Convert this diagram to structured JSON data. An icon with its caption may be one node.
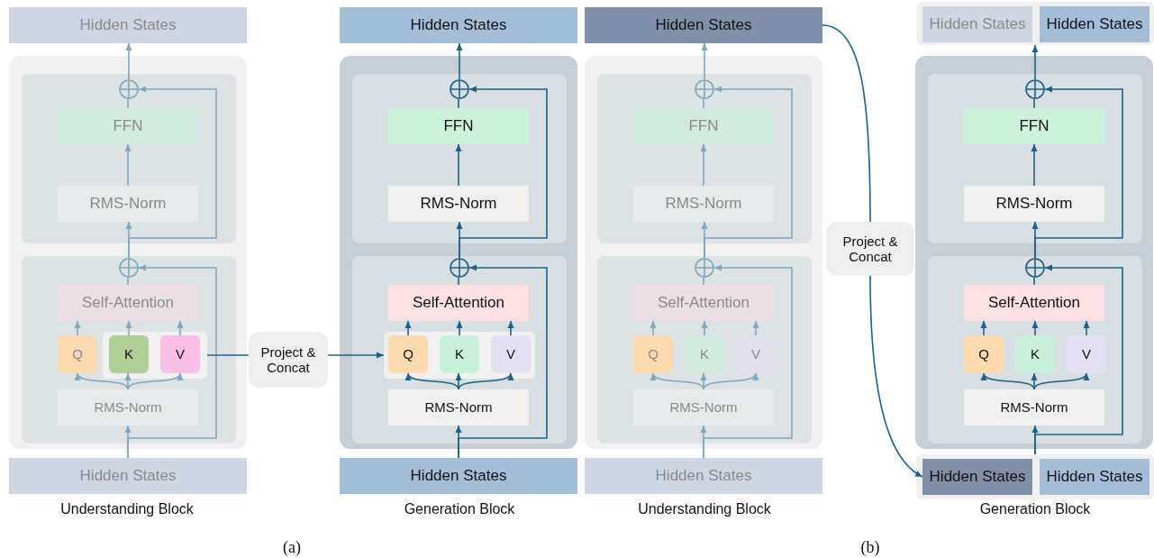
{
  "diagram": {
    "nodes": [
      {
        "text": [
          "Hidden States"
        ]
      },
      {
        "text": [],
        "shape": "box"
      },
      {
        "text": [],
        "shape": "box",
        "in": 1
      },
      {
        "text": [],
        "shape": "circle",
        "in": 2
      },
      {
        "text": [
          "FFN"
        ],
        "in": 2
      },
      {
        "text": [
          "RMS-Norm"
        ],
        "in": 2
      },
      {
        "text": [],
        "shape": "box",
        "in": 1
      },
      {
        "text": [],
        "shape": "circle",
        "in": 6
      },
      {
        "text": [
          "Self-Attention"
        ],
        "in": 6
      },
      {
        "text": [
          "Q"
        ],
        "in": 6
      },
      {
        "text": [],
        "shape": "box",
        "in": 6
      },
      {
        "text": [
          "K"
        ],
        "in": 10
      },
      {
        "text": [
          "V"
        ],
        "in": 10
      },
      {
        "text": [
          "RMS-Norm"
        ],
        "in": 6
      },
      {
        "text": [
          "Hidden States"
        ]
      },
      {
        "text": [
          "Project & Concat"
        ]
      },
      {
        "text": [
          "Hidden States"
        ]
      },
      {
        "text": [],
        "shape": "box"
      },
      {
        "text": [],
        "shape": "box",
        "in": 17
      },
      {
        "text": [],
        "shape": "circle",
        "in": 18
      },
      {
        "text": [
          "FFN"
        ],
        "in": 18
      },
      {
        "text": [
          "RMS-Norm"
        ],
        "in": 18
      },
      {
        "text": [],
        "shape": "box",
        "in": 17
      },
      {
        "text": [],
        "shape": "circle",
        "in": 22
      },
      {
        "text": [
          "Self-Attention"
        ],
        "in": 22
      },
      {
        "text": [],
        "shape": "box",
        "in": 22
      },
      {
        "text": [
          "Q"
        ],
        "in": 25
      },
      {
        "text": [
          "K"
        ],
        "in": 25
      },
      {
        "text": [
          "V"
        ],
        "in": 25
      },
      {
        "text": [
          "RMS-Norm"
        ],
        "in": 22
      },
      {
        "text": [
          "Hidden States"
        ]
      },
      {
        "text": [
          "Hidden States"
        ]
      },
      {
        "text": [],
        "shape": "box"
      },
      {
        "text": [],
        "shape": "box",
        "in": 32
      },
      {
        "text": [],
        "shape": "circle",
        "in": 33
      },
      {
        "text": [
          "FFN"
        ],
        "in": 33
      },
      {
        "text": [
          "RMS-Norm"
        ],
        "in": 33
      },
      {
        "text": [],
        "shape": "box",
        "in": 32
      },
      {
        "text": [],
        "shape": "circle",
        "in": 37
      },
      {
        "text": [
          "Self-Attention"
        ],
        "in": 37
      },
      {
        "text": [
          "Q"
        ],
        "in": 37
      },
      {
        "text": [
          "K"
        ],
        "in": 37
      },
      {
        "text": [
          "V"
        ],
        "in": 37
      },
      {
        "text": [
          "RMS-Norm"
        ],
        "in": 37
      },
      {
        "text": [
          "Hidden States"
        ]
      },
      {
        "text": [
          "Project & Concat"
        ]
      },
      {
        "text": [],
        "shape": "box"
      },
      {
        "text": [
          "Hidden States"
        ],
        "in": 46
      },
      {
        "text": [
          "Hidden States"
        ],
        "in": 46
      },
      {
        "text": [],
        "shape": "box"
      },
      {
        "text": [],
        "shape": "box",
        "in": 49
      },
      {
        "text": [],
        "shape": "circle",
        "in": 50
      },
      {
        "text": [
          "FFN"
        ],
        "in": 50
      },
      {
        "text": [
          "RMS-Norm"
        ],
        "in": 50
      },
      {
        "text": [],
        "shape": "box",
        "in": 49
      },
      {
        "text": [],
        "shape": "circle",
        "in": 54
      },
      {
        "text": [
          "Self-Attention"
        ],
        "in": 54
      },
      {
        "text": [
          "Q"
        ],
        "in": 54
      },
      {
        "text": [
          "K"
        ],
        "in": 54
      },
      {
        "text": [
          "V"
        ],
        "in": 54
      },
      {
        "text": [
          "RMS-Norm"
        ],
        "in": 54
      },
      {
        "text": [],
        "shape": "box"
      },
      {
        "text": [
          "Hidden States"
        ],
        "in": 61
      },
      {
        "text": [
          "Hidden States"
        ],
        "in": 61
      }
    ],
    "edges": [
      {
        "from": 14,
        "to": 13,
        "arrow": "to",
        "color": "#7fa7bd"
      },
      {
        "from": 14,
        "to": 7,
        "arrow": "to",
        "color": "#7fa7bd"
      },
      {
        "from": 13,
        "to": 9,
        "arrow": "to",
        "color": "#7fa7bd"
      },
      {
        "from": 13,
        "to": 11,
        "arrow": "to",
        "color": "#7fa7bd"
      },
      {
        "from": 13,
        "to": 12,
        "arrow": "to",
        "color": "#7fa7bd"
      },
      {
        "from": 9,
        "to": 8,
        "arrow": "to",
        "color": "#7fa7bd"
      },
      {
        "from": 11,
        "to": 8,
        "arrow": "to",
        "color": "#7fa7bd"
      },
      {
        "from": 12,
        "to": 8,
        "arrow": "to",
        "color": "#7fa7bd"
      },
      {
        "from": 8,
        "to": 7,
        "arrow": "none",
        "color": "#7fa7bd"
      },
      {
        "from": 7,
        "to": 5,
        "arrow": "to",
        "color": "#7fa7bd"
      },
      {
        "from": 7,
        "to": 3,
        "arrow": "to",
        "color": "#7fa7bd"
      },
      {
        "from": 5,
        "to": 4,
        "arrow": "to",
        "color": "#7fa7bd"
      },
      {
        "from": 4,
        "to": 3,
        "arrow": "none",
        "color": "#7fa7bd"
      },
      {
        "from": 3,
        "to": 0,
        "arrow": "to",
        "color": "#7fa7bd"
      },
      {
        "from": 10,
        "to": 15,
        "arrow": "none"
      },
      {
        "from": 15,
        "to": 25,
        "arrow": "to"
      },
      {
        "from": 30,
        "to": 29,
        "arrow": "to"
      },
      {
        "from": 30,
        "to": 23,
        "arrow": "to"
      },
      {
        "from": 29,
        "to": 26,
        "arrow": "to"
      },
      {
        "from": 29,
        "to": 27,
        "arrow": "to"
      },
      {
        "from": 29,
        "to": 28,
        "arrow": "to"
      },
      {
        "from": 26,
        "to": 24,
        "arrow": "to"
      },
      {
        "from": 27,
        "to": 24,
        "arrow": "to"
      },
      {
        "from": 28,
        "to": 24,
        "arrow": "to"
      },
      {
        "from": 24,
        "to": 23,
        "arrow": "none"
      },
      {
        "from": 23,
        "to": 21,
        "arrow": "to"
      },
      {
        "from": 23,
        "to": 19,
        "arrow": "to"
      },
      {
        "from": 21,
        "to": 20,
        "arrow": "to"
      },
      {
        "from": 20,
        "to": 19,
        "arrow": "none"
      },
      {
        "from": 19,
        "to": 16,
        "arrow": "to"
      },
      {
        "from": 44,
        "to": 43,
        "arrow": "to",
        "color": "#7fa7bd"
      },
      {
        "from": 44,
        "to": 38,
        "arrow": "to",
        "color": "#7fa7bd"
      },
      {
        "from": 43,
        "to": 40,
        "arrow": "to",
        "color": "#7fa7bd"
      },
      {
        "from": 43,
        "to": 41,
        "arrow": "to",
        "color": "#7fa7bd"
      },
      {
        "from": 43,
        "to": 42,
        "arrow": "to",
        "color": "#7fa7bd"
      },
      {
        "from": 40,
        "to": 39,
        "arrow": "to",
        "color": "#7fa7bd"
      },
      {
        "from": 41,
        "to": 39,
        "arrow": "to",
        "color": "#7fa7bd"
      },
      {
        "from": 42,
        "to": 39,
        "arrow": "to",
        "color": "#7fa7bd"
      },
      {
        "from": 39,
        "to": 38,
        "arrow": "none",
        "color": "#7fa7bd"
      },
      {
        "from": 38,
        "to": 36,
        "arrow": "to",
        "color": "#7fa7bd"
      },
      {
        "from": 38,
        "to": 34,
        "arrow": "to",
        "color": "#7fa7bd"
      },
      {
        "from": 36,
        "to": 35,
        "arrow": "to",
        "color": "#7fa7bd"
      },
      {
        "from": 35,
        "to": 34,
        "arrow": "none",
        "color": "#7fa7bd"
      },
      {
        "from": 34,
        "to": 31,
        "arrow": "to",
        "color": "#7fa7bd"
      },
      {
        "from": 31,
        "to": 45,
        "arrow": "none"
      },
      {
        "from": 45,
        "to": 62,
        "arrow": "to"
      },
      {
        "from": 61,
        "to": 60,
        "arrow": "to"
      },
      {
        "from": 61,
        "to": 55,
        "arrow": "to"
      },
      {
        "from": 60,
        "to": 57,
        "arrow": "to"
      },
      {
        "from": 60,
        "to": 58,
        "arrow": "to"
      },
      {
        "from": 60,
        "to": 59,
        "arrow": "to"
      },
      {
        "from": 57,
        "to": 56,
        "arrow": "to"
      },
      {
        "from": 58,
        "to": 56,
        "arrow": "to"
      },
      {
        "from": 59,
        "to": 56,
        "arrow": "to"
      },
      {
        "from": 56,
        "to": 55,
        "arrow": "none"
      },
      {
        "from": 55,
        "to": 53,
        "arrow": "to"
      },
      {
        "from": 55,
        "to": 51,
        "arrow": "to"
      },
      {
        "from": 53,
        "to": 52,
        "arrow": "to"
      },
      {
        "from": 52,
        "to": 51,
        "arrow": "none"
      },
      {
        "from": 51,
        "to": 46,
        "arrow": "to"
      }
    ],
    "labels": [
      "Understanding Block",
      "Generation Block",
      "(a)",
      "Understanding Block",
      "Generation Block",
      "(b)"
    ]
  }
}
